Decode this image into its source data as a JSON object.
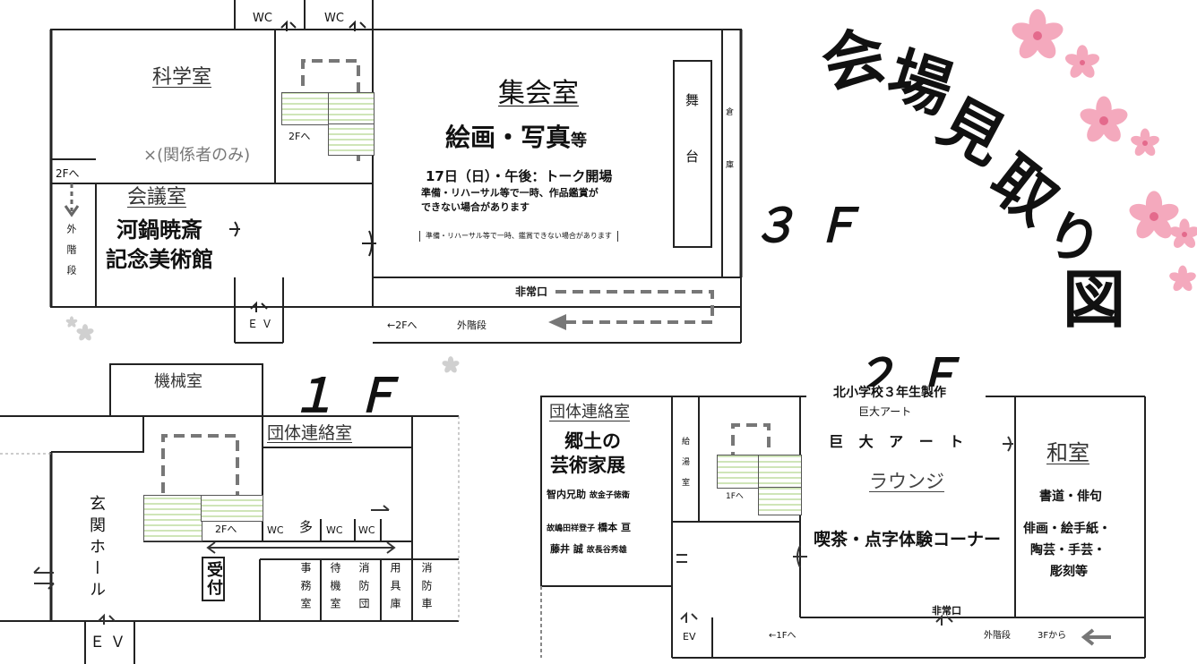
{
  "title": {
    "chars": [
      "会",
      "場",
      "見",
      "取",
      "り",
      "図"
    ]
  },
  "floors": {
    "f1": "１Ｆ",
    "f2": "２Ｆ",
    "f3": "３Ｆ"
  },
  "floor3": {
    "wc1": "WC",
    "wc2": "WC",
    "science_room": "科学室",
    "staff_only": "×(関係者のみ)",
    "to2f_stairs": "2Fへ",
    "to2f_left": "2Fへ",
    "outer_stairs_v": "外階段",
    "meeting_room": "会議室",
    "museum_line1": "河鍋暁斎",
    "museum_line2": "記念美術館",
    "ev": "ＥＶ",
    "hall": "集会室",
    "exhibit": "絵画・写真",
    "exhibit_suffix": "等",
    "talk_event": "17日（日）・午後：トーク開場",
    "notice_line1": "準備・リハーサル等で一時、作品鑑賞が",
    "notice_line2": "できない場合があります",
    "notice_small": "準備・リハーサル等で一時、鑑賞できない場合があります",
    "stage": "舞台",
    "storage": "倉庫",
    "emergency_exit": "非常口",
    "to2f_bottom": "←2Fへ",
    "outer_stairs": "外階段"
  },
  "floor1": {
    "machine_room": "機械室",
    "group_room": "団体連絡室",
    "entrance_hall": "玄関ホール",
    "to2f": "2Fへ",
    "wc1": "WC",
    "multi": "多",
    "wc2": "WC",
    "wc3": "WC",
    "reception": "受付",
    "office": "事務室",
    "waiting": "待機室",
    "fire_team": "消防団",
    "supply": "用具庫",
    "fire_vehicle": "消防車",
    "ev": "ＥＶ"
  },
  "floor2": {
    "group_room": "団体連絡室",
    "local_artists_line1": "郷土の",
    "local_artists_line2": "芸術家展",
    "artists_row1": [
      "智内兄助",
      "故金子徳衛"
    ],
    "artists_row2": [
      "故嶋田祥登子",
      "橋本 亘"
    ],
    "artists_row3": [
      "藤井 誠",
      "故長谷秀雄"
    ],
    "kitchen": "給湯室",
    "to1f": "1Fへ",
    "giant_art_caption_line1": "北小学校３年生製作",
    "giant_art_caption_line2": "巨大アート",
    "giant_art": "巨 大 ア ー ト",
    "lounge": "ラウンジ",
    "cafe": "喫茶・点字体験コーナー",
    "japanese_room": "和室",
    "jp_line1": "書道・俳句",
    "jp_line2": "俳画・絵手紙・",
    "jp_line3": "陶芸・手芸・",
    "jp_line4": "彫刻等",
    "emergency_exit": "非常口",
    "ev": "EV",
    "to1f_bottom": "←1Fへ",
    "outer_stairs": "外階段",
    "from3f": "3Fから"
  },
  "colors": {
    "wall": "#222222",
    "stair_fill": "#cfe5b8",
    "sakura": "#f4a9bd",
    "sakura_center": "#e46a8c",
    "dash": "#777777"
  }
}
